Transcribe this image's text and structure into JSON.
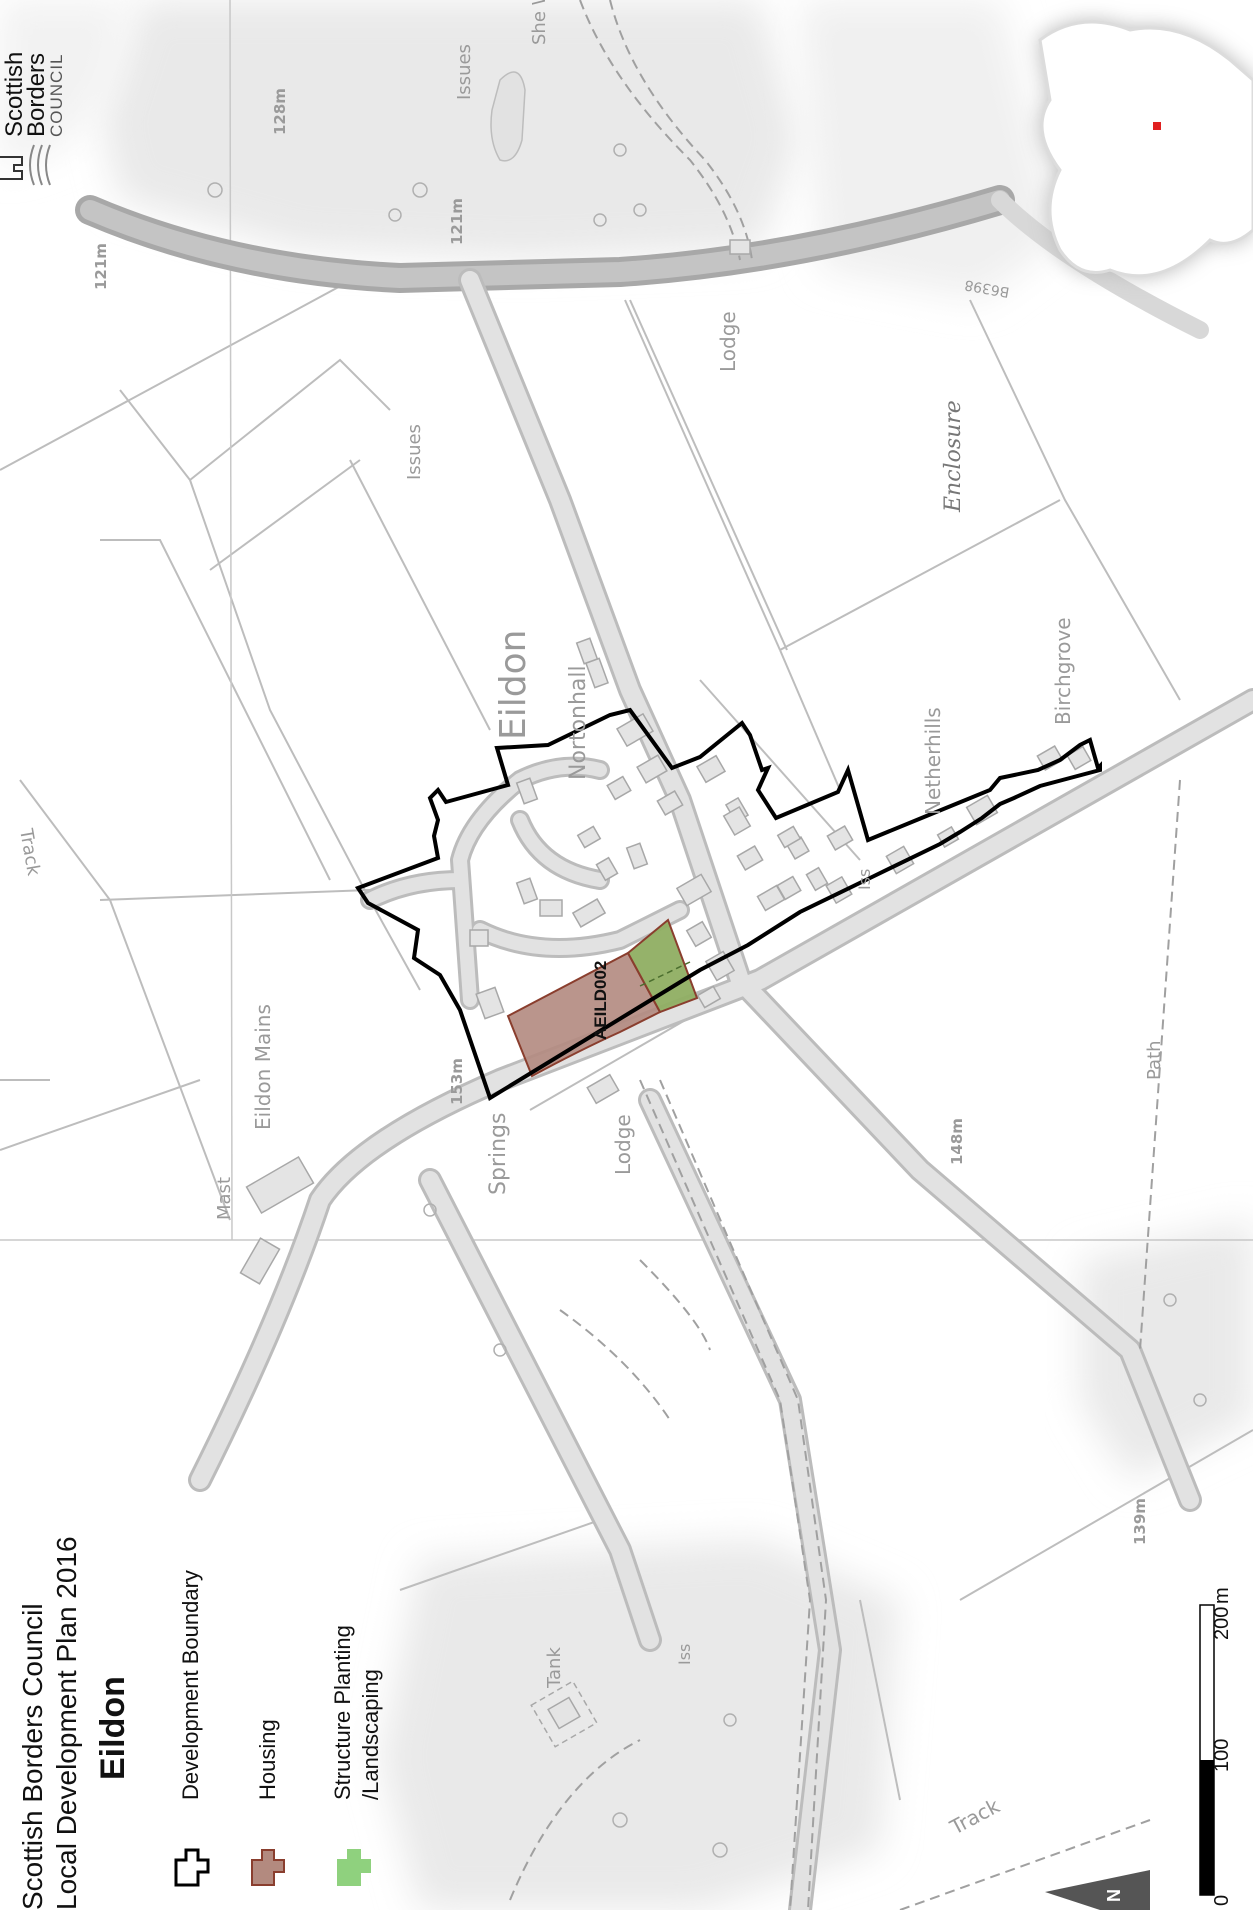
{
  "map": {
    "place_labels": {
      "eildon": "Eildon",
      "nortonhall": "Nortonhall",
      "netherhills": "Netherhills",
      "birchgrove": "Birchgrove",
      "eildon_mains": "Eildon Mains",
      "lodge_top": "Lodge",
      "lodge_bottom": "Lodge",
      "enclosure": "Enclosure",
      "springs": "Springs",
      "tank": "Tank",
      "mast": "Mast",
      "path": "Path",
      "track_bottom": "Track",
      "track_left": "Track",
      "issues_top": "Issues",
      "issues_mid": "Issues",
      "iss_village": "Iss",
      "iss_bottom": "Iss",
      "road_b6398": "B6398",
      "sheep_wash": "She Wa"
    },
    "spot_heights": [
      "128m",
      "121m",
      "121m",
      "153m",
      "148m",
      "139m"
    ],
    "site_label": "AEILD002",
    "colors": {
      "housing": "#b38a7f",
      "landscaping": "#8fae62",
      "boundary": "#000000",
      "road": "#dcdcdc",
      "woodland": "#ececec",
      "locator_dot": "#e02020"
    }
  },
  "logo": {
    "line1": "Scottish",
    "line2": "Borders",
    "line3": "COUNCIL"
  },
  "legend": {
    "publisher": "Scottish Borders Council",
    "plan": "Local Development Plan 2016",
    "settlement": "Eildon",
    "items": [
      {
        "label": "Development Boundary",
        "icon": "boundary-icon"
      },
      {
        "label": "Housing",
        "icon": "housing-icon"
      },
      {
        "label": "Structure Planting",
        "label2": "/Landscaping",
        "icon": "planting-icon"
      }
    ]
  },
  "scale_bar": {
    "ticks": [
      "0",
      "100",
      "200"
    ],
    "unit": "m"
  },
  "north_arrow": {
    "label": "N"
  }
}
